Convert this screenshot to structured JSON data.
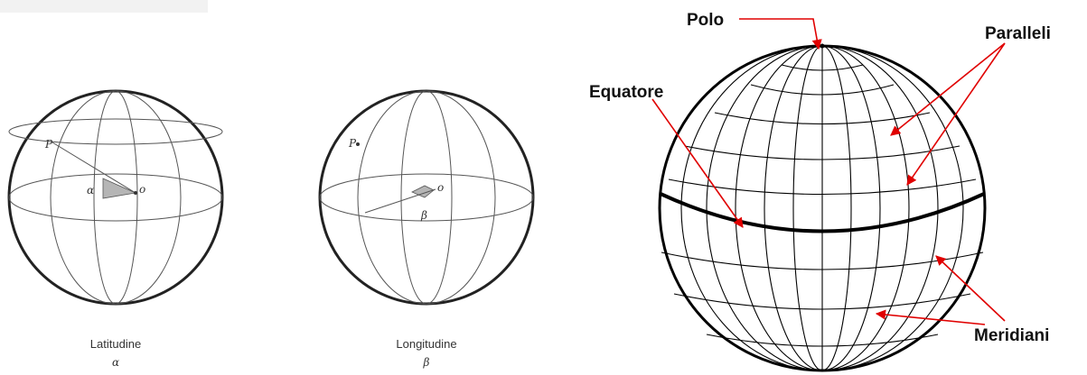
{
  "latitude_figure": {
    "caption": "Latitudine",
    "angle_symbol": "α",
    "point_label": "P",
    "center_label": "o"
  },
  "longitude_figure": {
    "caption": "Longitudine",
    "angle_symbol": "β",
    "point_label": "P",
    "center_label": "o"
  },
  "globe": {
    "labels": {
      "polo": "Polo",
      "equatore": "Equatore",
      "paralleli": "Paralleli",
      "meridiani": "Meridiani"
    },
    "arrow_color": "#e00000"
  }
}
